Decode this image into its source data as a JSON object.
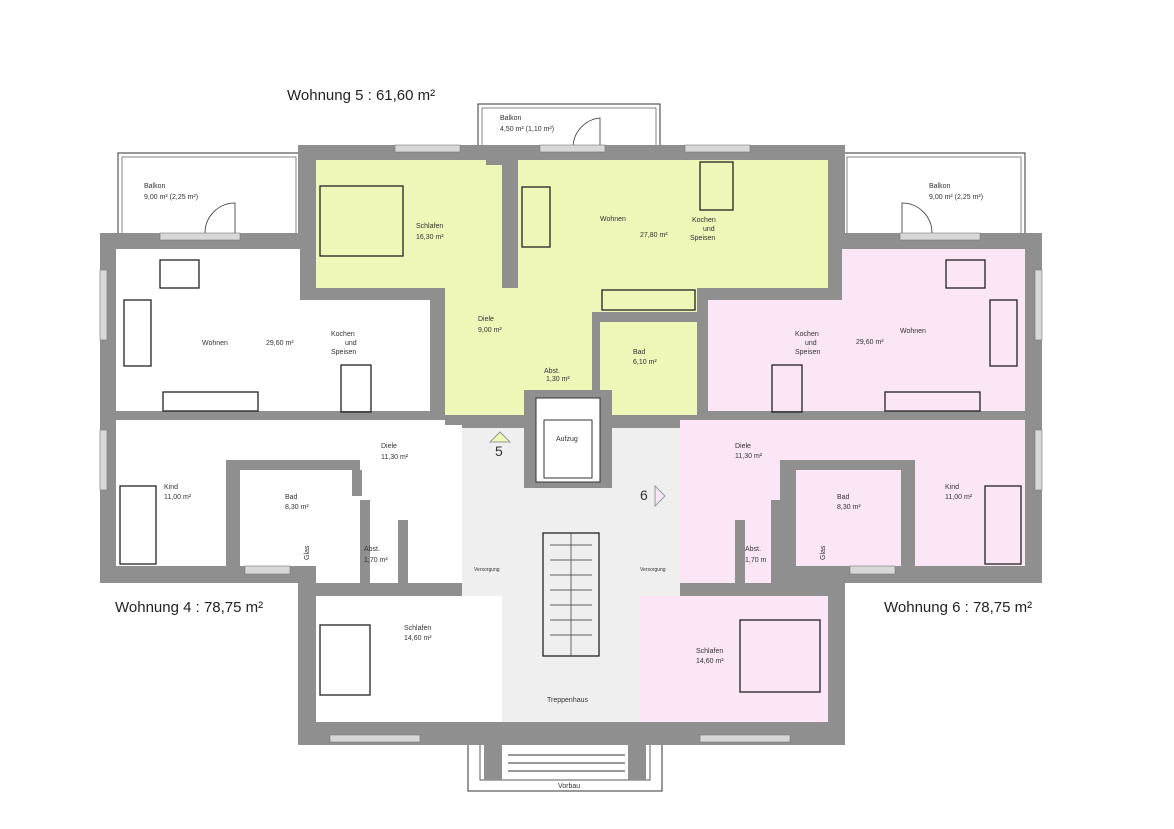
{
  "titles": {
    "w5": "Wohnung 5   : 61,60 m²",
    "w4": "Wohnung 4   : 78,75 m²",
    "w6": "Wohnung 6   : 78,75 m²"
  },
  "colors": {
    "wohnung5": "#eef6b8",
    "wohnung6": "#fbe6f6",
    "wohnung4": "#ffffff",
    "treppenhaus": "#efefef",
    "walls": "#8f8f8f"
  },
  "wohnung5": {
    "balkon": [
      "Balkon",
      "4,50 m²  (1,10 m²)"
    ],
    "schlafen": [
      "Schlafen",
      "16,30 m²"
    ],
    "wohnen": "Wohnen",
    "wohnen_area": "27,80 m²",
    "kochen": [
      "Kochen",
      "und",
      "Speisen"
    ],
    "diele": [
      "Diele",
      "9,00 m²"
    ],
    "bad": [
      "Bad",
      "6,10 m²"
    ],
    "abst": [
      "Abst.",
      "1,30 m²"
    ]
  },
  "wohnung4": {
    "balkon": [
      "Balkon",
      "9,00 m²  (2,25 m²)"
    ],
    "wohnen": "Wohnen",
    "wohnen_area": "29,60 m²",
    "kochen": [
      "Kochen",
      "und",
      "Speisen"
    ],
    "diele": [
      "Diele",
      "11,30 m²"
    ],
    "kind": [
      "Kind",
      "11,00 m²"
    ],
    "bad": [
      "Bad",
      "8,30 m²"
    ],
    "abst": [
      "Abst.",
      "1,70 m²"
    ],
    "glas": "Glas",
    "schlafen": [
      "Schlafen",
      "14,60 m²"
    ]
  },
  "wohnung6": {
    "balkon": [
      "Balkon",
      "9,00 m²  (2,25 m²)"
    ],
    "wohnen": "Wohnen",
    "wohnen_area": "29,60 m²",
    "kochen": [
      "Kochen",
      "und",
      "Speisen"
    ],
    "diele": [
      "Diele",
      "11,30 m²"
    ],
    "kind": [
      "Kind",
      "11,00 m²"
    ],
    "bad": [
      "Bad",
      "8,30 m²"
    ],
    "abst": [
      "Abst.",
      "1,70 m"
    ],
    "glas": "Glas",
    "schlafen": [
      "Schlafen",
      "14,60 m²"
    ]
  },
  "common": {
    "aufzug": "Aufzug",
    "door5": "5",
    "door6": "6",
    "versorgung": "Versorgung",
    "treppenhaus": "Treppenhaus",
    "vorbau": "Vorbau"
  }
}
